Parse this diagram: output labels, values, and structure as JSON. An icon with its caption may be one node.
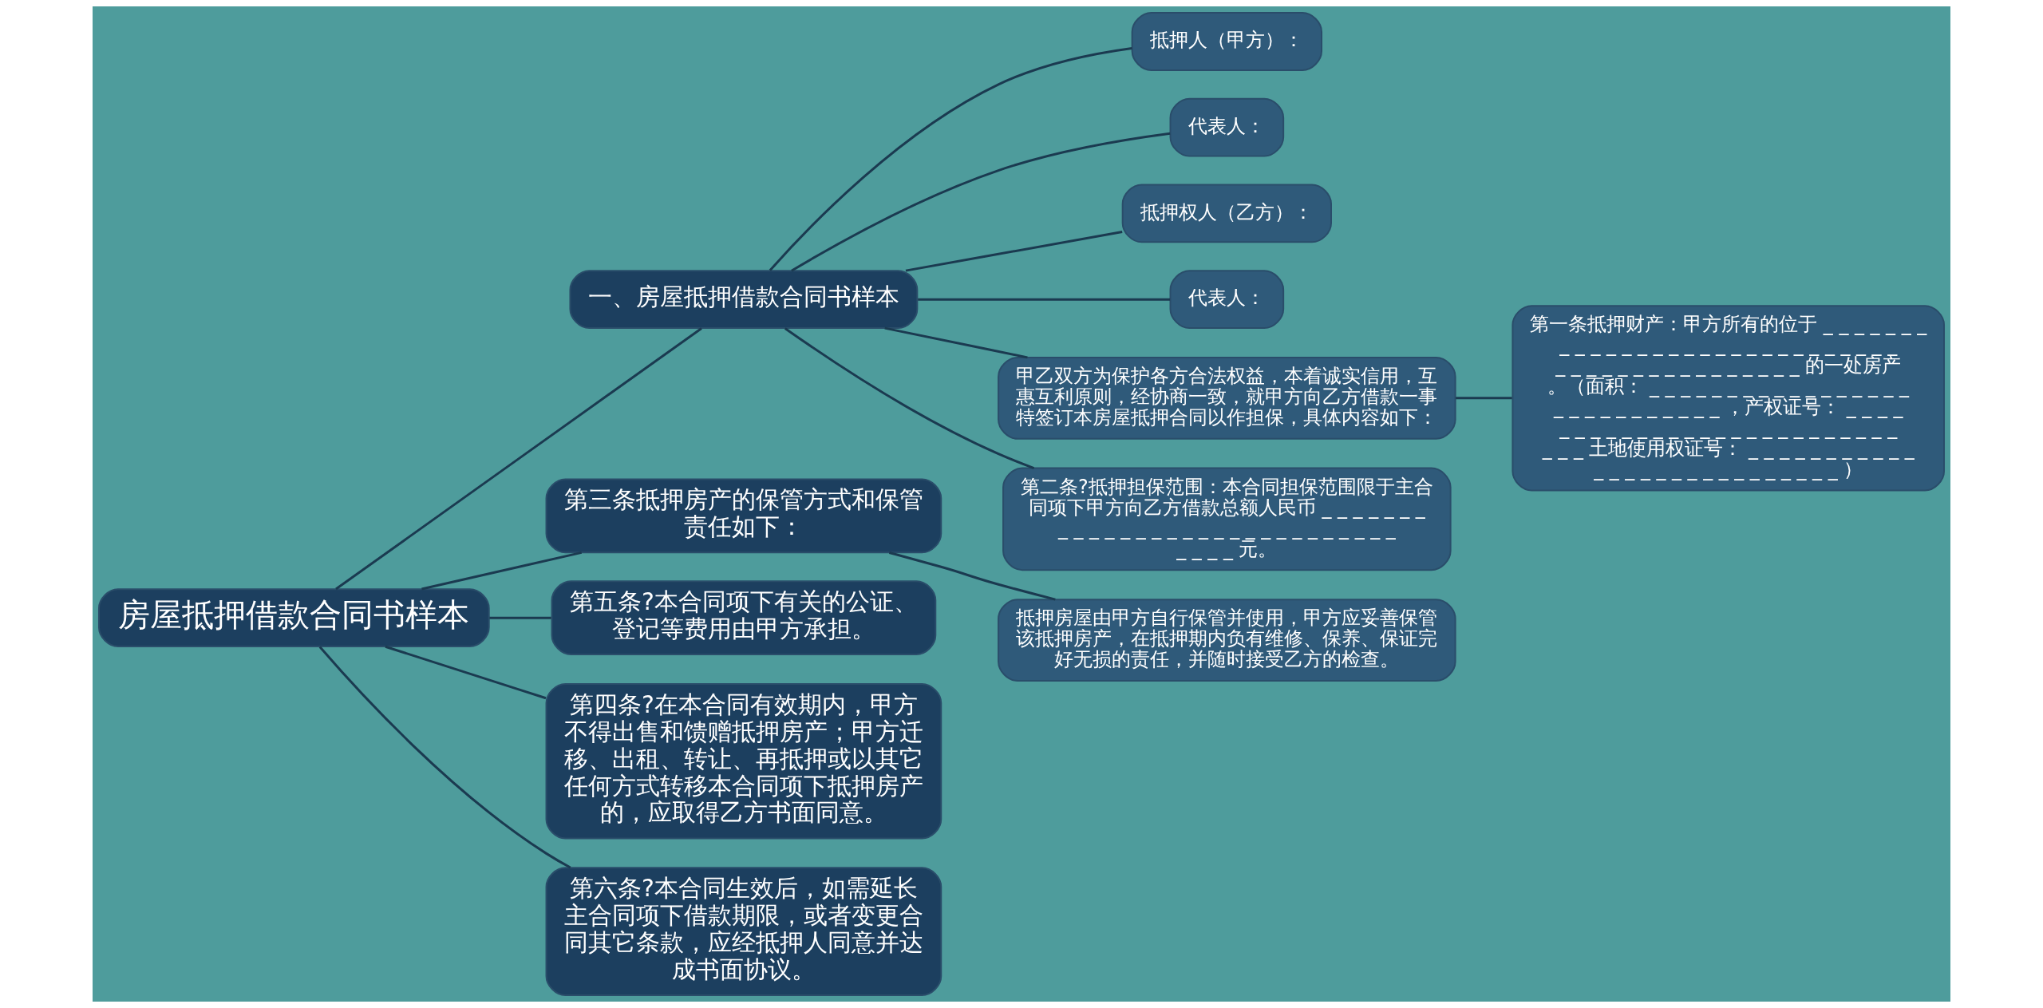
{
  "diagram": {
    "nodes": [
      {
        "text": [
          "房屋抵押借款合同书样本"
        ]
      },
      {
        "text": [
          "一、房屋抵押借款合同书样本"
        ]
      },
      {
        "text": [
          "抵押人（甲方）："
        ]
      },
      {
        "text": [
          "代表人："
        ]
      },
      {
        "text": [
          "抵押权人（乙方）："
        ]
      },
      {
        "text": [
          "代表人："
        ]
      },
      {
        "text": [
          "甲乙双方为保护各方合法权益，本着诚实信用，互惠互利原则，经协商一致，就甲方向乙方借款一事特签订本房屋抵押合同以作担保，具体内容如下："
        ]
      },
      {
        "text": [
          "第一条抵押财产：甲方所有的位于 _ _ _ _ _ _ _ _ _ _ _ _ _ _ _ _ _ _ _ _ _ _ _ _ _ _ _ _ _ _ _ _ _ _ _ _ _ _ _ _ _ _ _ _ _ 的一处房产。（面积： _ _ _ _ _ _ _ _ _ _ _ _ _ _ _ _ _ _ _ _ _ _ _ _ _ _ _ _ ，产权证号： _ _ _ _ _ _ _ _ _ _ _ _ _ _ _ _ _ _ _ _ _ _ _ _ _ _ _ _ _ 土地使用权证号： _ _ _ _ _ _ _ _ _ _ _ _ _ _ _ _ _ _ _ _ _ _ _ _ _ _ _ ）"
        ]
      },
      {
        "text": [
          "第二条?抵押担保范围：本合同担保范围限于主合同项下甲方向乙方借款总额人民币 _ _ _ _ _ _ _ _ _ _ _ _ _ _ _ _ _ _ _ _ _ _ _ _ _ _ _ _ _ _ _ _ _ 元。"
        ]
      },
      {
        "text": [
          "第三条抵押房产的保管方式和保管责任如下："
        ]
      },
      {
        "text": [
          "抵押房屋由甲方自行保管并使用，甲方应妥善保管该抵押房产，在抵押期内负有维修、保养、保证完好无损的责任，并随时接受乙方的检查。"
        ]
      },
      {
        "text": [
          "第五条?本合同项下有关的公证、登记等费用由甲方承担。"
        ]
      },
      {
        "text": [
          "第四条?在本合同有效期内，甲方不得出售和馈赠抵押房产；甲方迁移、出租、转让、再抵押或以其它任何方式转移本合同项下抵押房产的，应取得乙方书面同意。"
        ]
      },
      {
        "text": [
          "第六条?本合同生效后，如需延长主合同项下借款期限，或者变更合同其它条款，应经抵押人同意并达成书面协议。"
        ]
      }
    ],
    "edges": [
      {
        "from": 0,
        "to": 1,
        "arrow": "none"
      },
      {
        "from": 1,
        "to": 2,
        "arrow": "none"
      },
      {
        "from": 1,
        "to": 3,
        "arrow": "none"
      },
      {
        "from": 1,
        "to": 4,
        "arrow": "none"
      },
      {
        "from": 1,
        "to": 5,
        "arrow": "none"
      },
      {
        "from": 1,
        "to": 6,
        "arrow": "none"
      },
      {
        "from": 6,
        "to": 7,
        "arrow": "none"
      },
      {
        "from": 1,
        "to": 8,
        "arrow": "none"
      },
      {
        "from": 0,
        "to": 9,
        "arrow": "none"
      },
      {
        "from": 9,
        "to": 10,
        "arrow": "none"
      },
      {
        "from": 0,
        "to": 11,
        "arrow": "none"
      },
      {
        "from": 0,
        "to": 12,
        "arrow": "none"
      },
      {
        "from": 0,
        "to": 13,
        "arrow": "none"
      }
    ]
  }
}
